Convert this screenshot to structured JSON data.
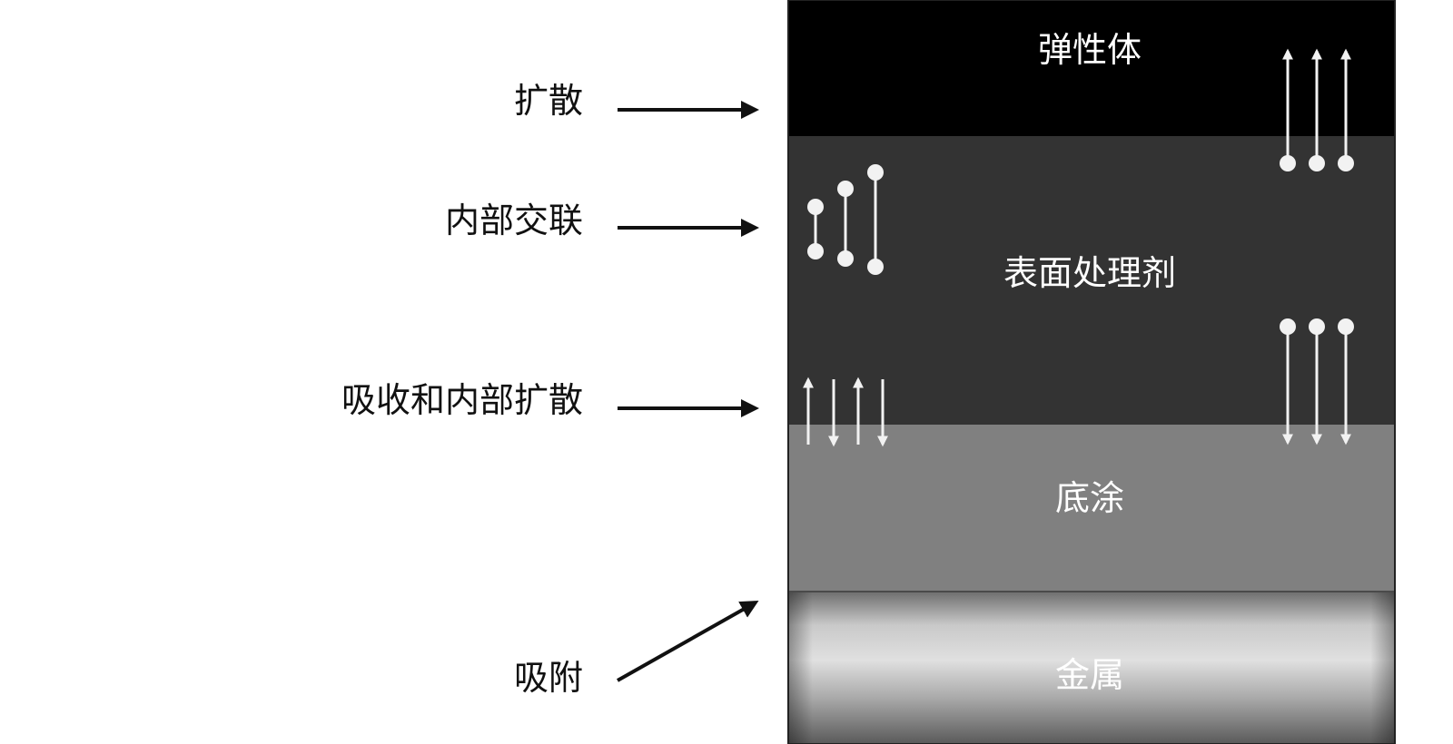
{
  "layers": {
    "elastomer": "弹性体",
    "surface_treatment": "表面处理剂",
    "primer": "底涂",
    "metal": "金属"
  },
  "processes": {
    "diffusion": "扩散",
    "internal_crosslinking": "内部交联",
    "absorption_internal_diffusion": "吸收和内部扩散",
    "adsorption": "吸附"
  },
  "colors": {
    "elastomer": "#000000",
    "surface_treatment": "#333333",
    "primer": "#808080",
    "metal_dark": "#6b6b6b",
    "metal_light": "#d8d8d8",
    "arrow_black": "#111111",
    "molecule_white": "#f2f2f2"
  }
}
